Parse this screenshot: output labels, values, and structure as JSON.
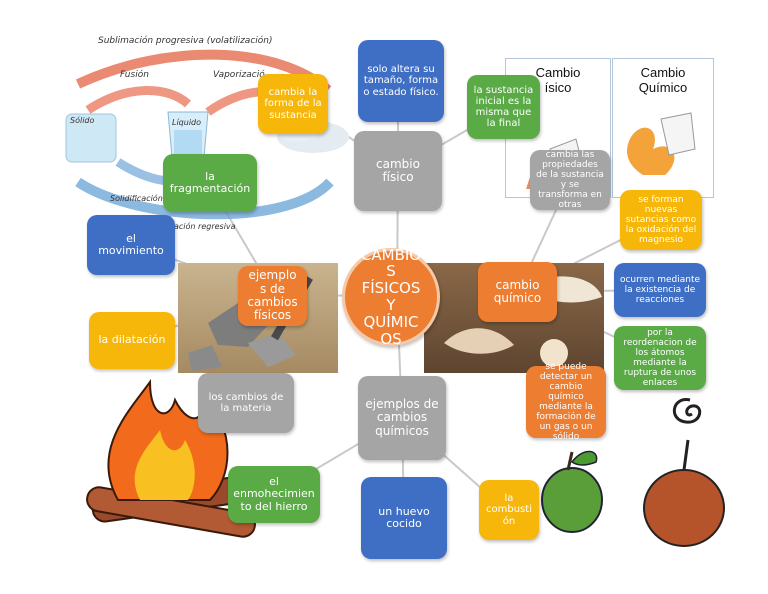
{
  "background_labels": {
    "sublimation": "Sublimación progresiva (volatilización)",
    "fusion": "Fusión",
    "vaporization": "Vaporizació",
    "solid": "Sólido",
    "liquid": "Líquido",
    "solidification": "Solidificación",
    "regressive": "ación regresiva",
    "card_physical": "Cambio\nísico",
    "card_chemical": "Cambio\nQuímico"
  },
  "center": {
    "label": "CAMBIO\nS\nFÍSICOS\nY\nQUÍMIC\nOS"
  },
  "physical": {
    "hub": "cambio\nfísico",
    "def1": "solo altera su\ntamaño, forma\no estado físico.",
    "def2": "cambia la\nforma de la\nsustancia",
    "examples_hub": "ejemplo\ns de\ncambios\nfísicos",
    "ex_fragment": "la\nfragmentación",
    "ex_movement": "el\nmovimiento",
    "ex_dilation": "la dilatación",
    "ex_states": "los cambios de\nla materia"
  },
  "chemical": {
    "hub": "cambio\nquímico",
    "def1": "la sustancia\ninicial es la\nmisma que\nla final",
    "def2": "cambia las\npropiedades\nde la sustancia\ny se\ntransforma en\notras",
    "def3": "se forman\nnuevas\nsutancias como\nla oxidación del\nmagnesio",
    "def4": "ocurren mediante\nla existencia de\nreacciones",
    "def5": "por la\nreordenacion de\nlos átomos\nmediante la\nruptura de unos\nenlaces",
    "def6": "se puede\ndetectar un\ncambio\nquímico\nmediante la\nformación de\nun gas o un\nsólido",
    "examples_hub": "ejemplos de\ncambios\nquímicos",
    "ex_rust": "el\nenmohecimien\nto del hierro",
    "ex_egg": "un huevo\ncocido",
    "ex_combustion": "la\ncombusti\nón"
  },
  "colors": {
    "blue": "#3f6fc4",
    "green": "#5aaa46",
    "orange": "#ed7d31",
    "yellow": "#f6b60a",
    "gray": "#a5a5a5",
    "line": "#c9c9c9"
  }
}
